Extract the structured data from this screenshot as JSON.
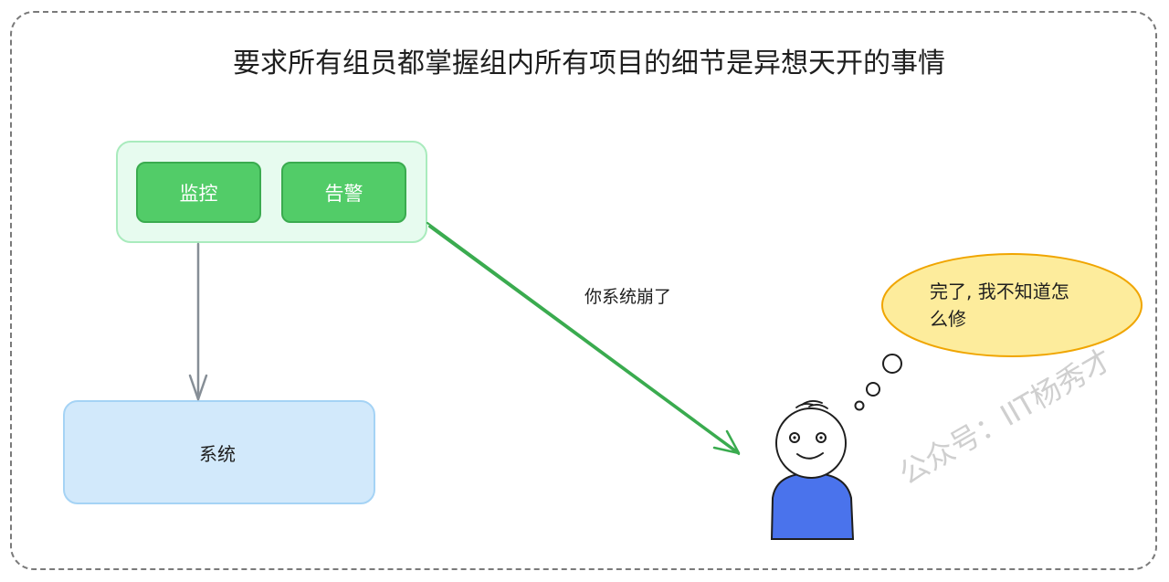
{
  "title": "要求所有组员都掌握组内所有项目的细节是异想天开的事情",
  "nodes": {
    "monitor": "监控",
    "alert": "告警",
    "system": "系统"
  },
  "edge_label": "你系统崩了",
  "thought": {
    "line1": "完了, 我不知道怎",
    "line2": "么修"
  },
  "watermark": "公众号：IIT杨秀才",
  "colors": {
    "green_box": "#52cc68",
    "group_fill": "#e7fbef",
    "system_fill": "#d2e9fb",
    "thought_fill": "#fdec9c",
    "person_body": "#4a73ec",
    "arrow_gray": "#868e96",
    "arrow_green": "#3aab4f"
  }
}
